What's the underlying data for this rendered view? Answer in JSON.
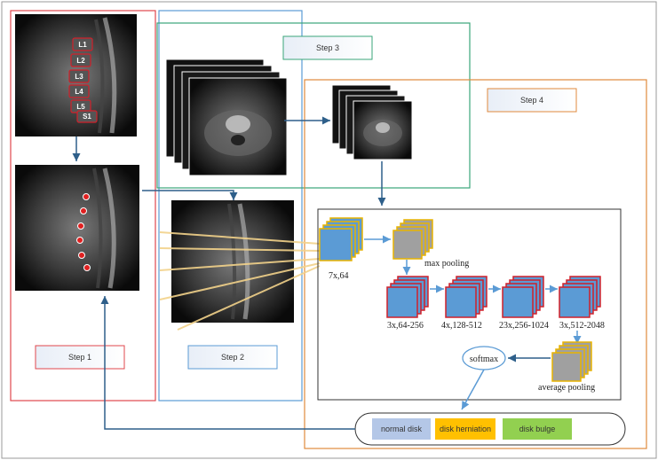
{
  "steps": {
    "step1": "Step 1",
    "step2": "Step 2",
    "step3": "Step 3",
    "step4": "Step 4"
  },
  "vertebrae": [
    "L1",
    "L2",
    "L3",
    "L4",
    "L5",
    "S1"
  ],
  "network": {
    "conv1": "7x,64",
    "maxpool": "max pooling",
    "stage1": "3x,64-256",
    "stage2": "4x,128-512",
    "stage3": "23x,256-1024",
    "stage4": "3x,512-2048",
    "avgpool": "average pooling",
    "softmax": "softmax"
  },
  "classes": {
    "normal": "normal disk",
    "herniation": "disk herniation",
    "bulge": "disk bulge"
  },
  "colors": {
    "step1": "#e0474c",
    "step2": "#5b9bd5",
    "step3": "#3aa57a",
    "step4": "#e08a3c",
    "arrow": "#2e5f8a",
    "block_blue": "#5b9bd5",
    "block_gray": "#a0a0a0",
    "outline_yellow": "#e8b400",
    "outline_red": "#d0202a",
    "normal_bg": "#b4c7e7",
    "herniation_bg": "#ffc000",
    "bulge_bg": "#92d050"
  }
}
